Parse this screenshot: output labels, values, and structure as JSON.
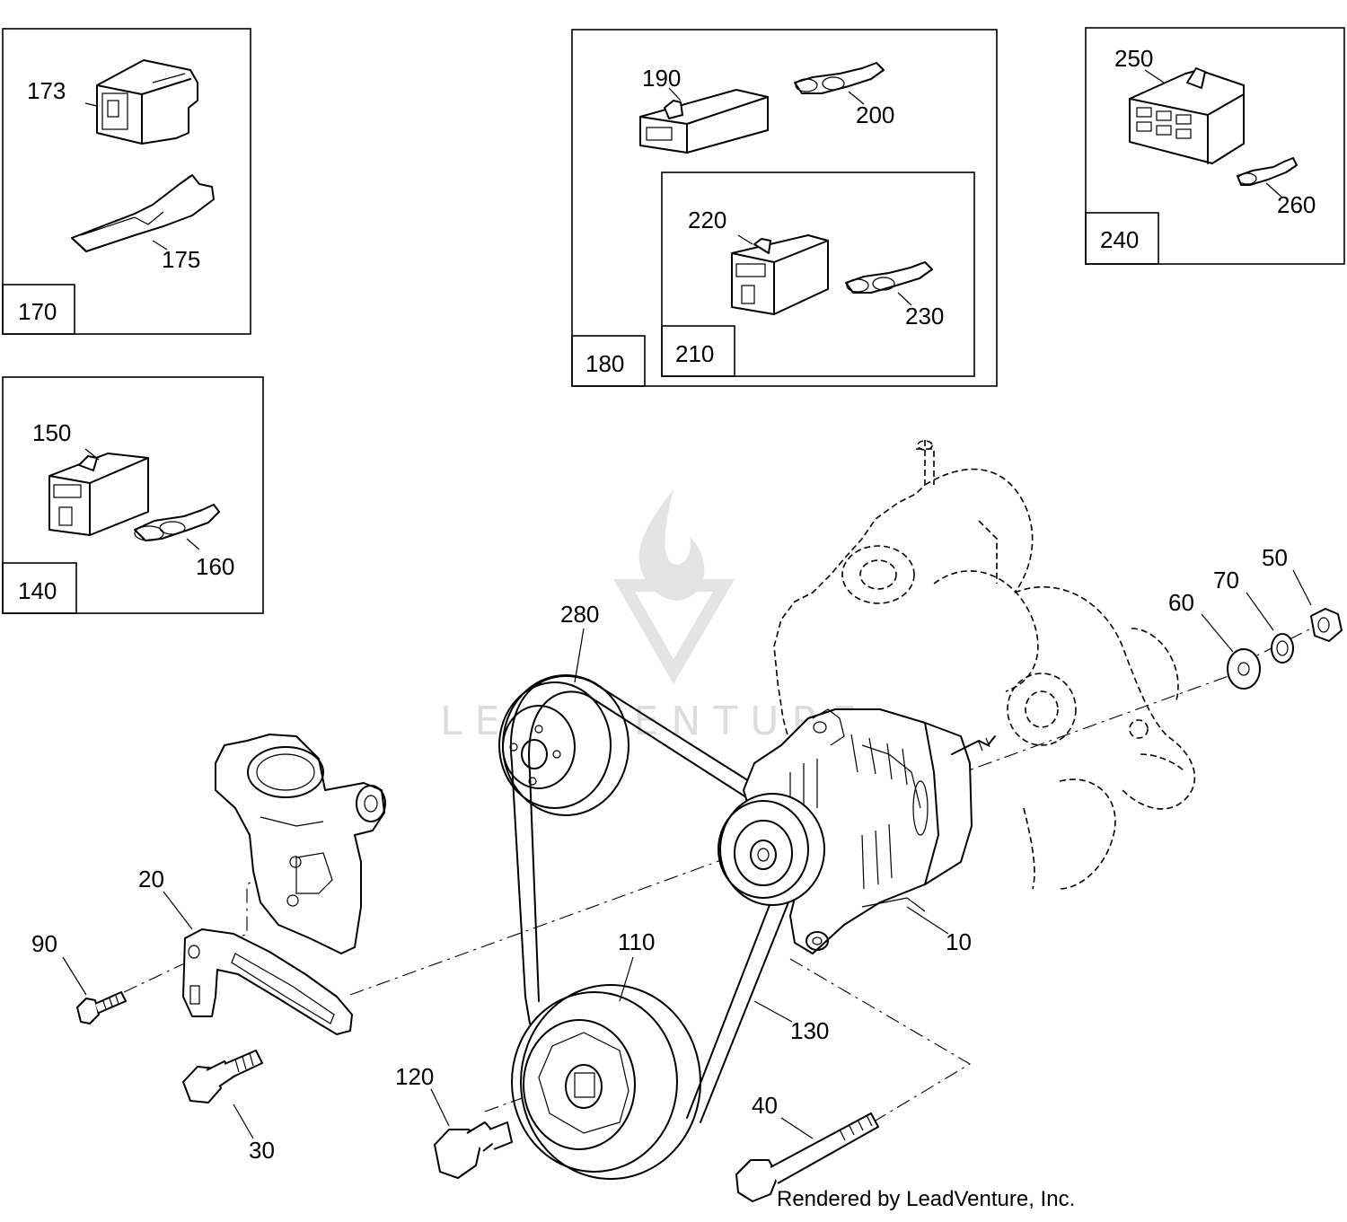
{
  "labels": {
    "p10": "10",
    "p20": "20",
    "p30": "30",
    "p40": "40",
    "p50": "50",
    "p60": "60",
    "p70": "70",
    "p90": "90",
    "p110": "110",
    "p120": "120",
    "p130": "130",
    "p140": "140",
    "p150": "150",
    "p160": "160",
    "p170": "170",
    "p173": "173",
    "p175": "175",
    "p180": "180",
    "p190": "190",
    "p200": "200",
    "p210": "210",
    "p220": "220",
    "p230": "230",
    "p240": "240",
    "p250": "250",
    "p260": "260",
    "p280": "280"
  },
  "watermark": "LEADVENTURE",
  "footer": "Rendered by LeadVenture, Inc."
}
